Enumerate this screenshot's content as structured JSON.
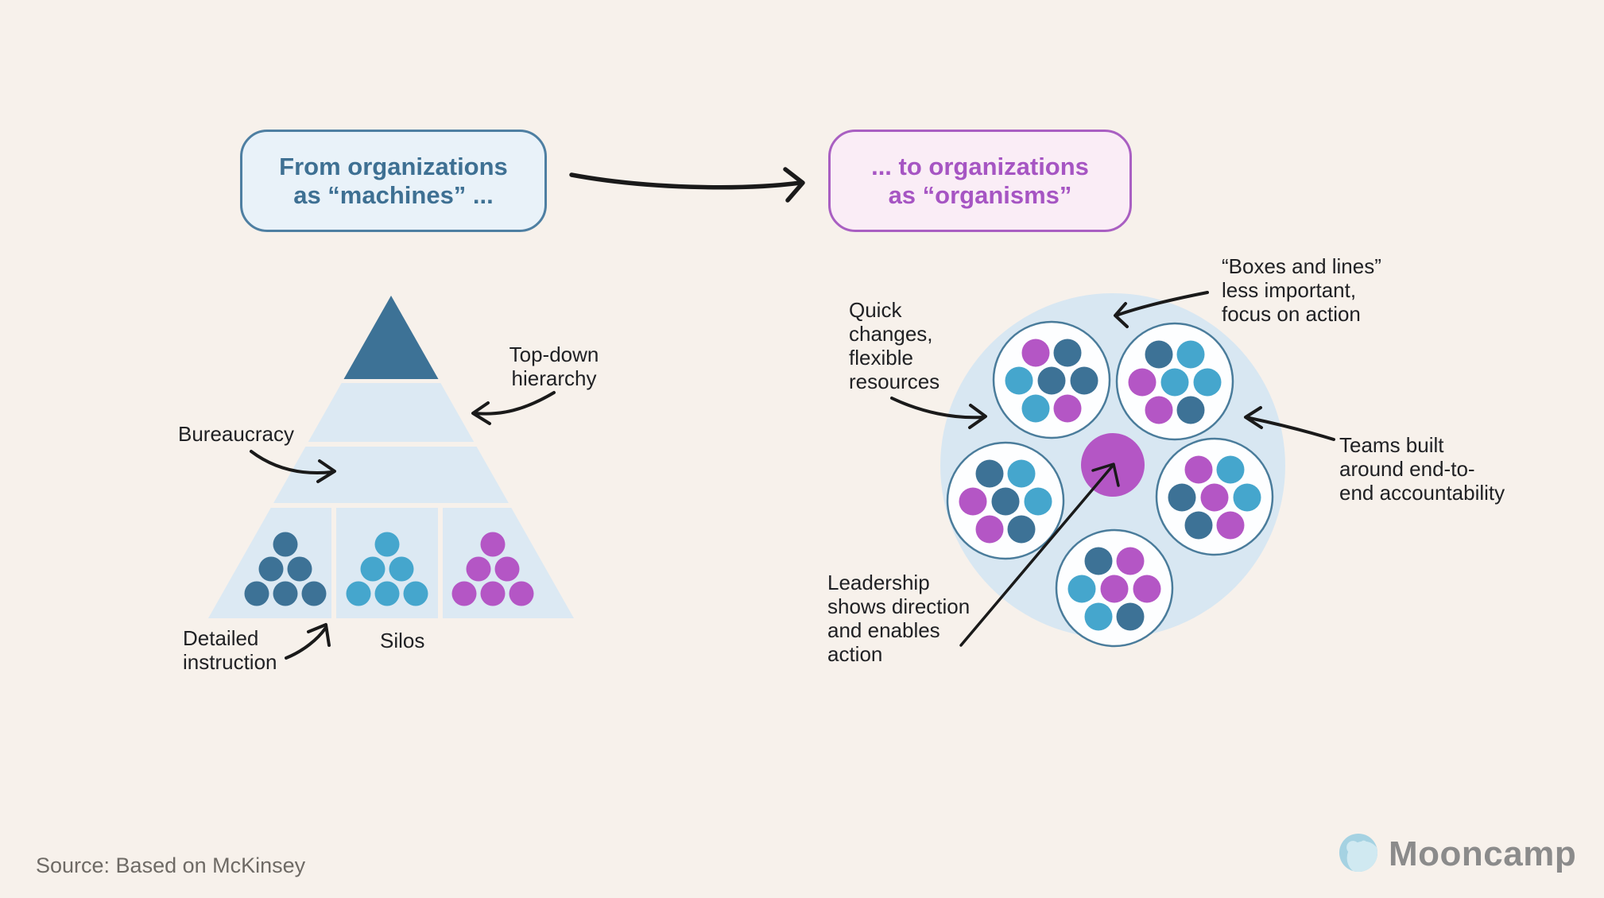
{
  "palette": {
    "background": "#F7F1EB",
    "darkblue": "#3D7296",
    "cyan": "#45A6CD",
    "purple": "#B456C5",
    "band_blue": "#DCE9F3",
    "organism_bg": "#D8E7F2",
    "team_fill": "#FDFEFF",
    "team_stroke": "#4A7C9B",
    "machine_box_bg": "#E9F2F9",
    "machine_box_border": "#4E7FA2",
    "machine_box_text": "#3E7093",
    "organism_box_bg": "#FAEDF6",
    "organism_box_border": "#A95FC2",
    "organism_box_text": "#A655C3",
    "label_text": "#202124",
    "arrow": "#1A1A1A",
    "source_text": "#6E6A65",
    "brand_text": "#8B8B8B"
  },
  "titles": {
    "machine": "From organizations\nas “machines” ...",
    "organism": "... to organizations\nas “organisms”"
  },
  "machine": {
    "labels": {
      "top_down": "Top-down\nhierarchy",
      "bureaucracy": "Bureaucracy",
      "detailed_instruction": "Detailed\ninstruction",
      "silos": "Silos"
    },
    "clusters": [
      {
        "name": "left",
        "color": "darkblue"
      },
      {
        "name": "middle",
        "color": "cyan"
      },
      {
        "name": "right",
        "color": "purple"
      }
    ]
  },
  "organism": {
    "labels": {
      "quick_changes": "Quick\nchanges,\nflexible\nresources",
      "boxes_and_lines": "“Boxes and lines”\nless important,\nfocus on action",
      "teams_built": "Teams built\naround end-to-\nend accountability",
      "leadership": "Leadership\nshows direction\nand enables\naction"
    },
    "teams": [
      {
        "position": "top-left",
        "dots": [
          "purple",
          "darkblue",
          "cyan",
          "darkblue",
          "darkblue",
          "cyan",
          "purple"
        ]
      },
      {
        "position": "top-right",
        "dots": [
          "darkblue",
          "cyan",
          "purple",
          "cyan",
          "cyan",
          "purple",
          "darkblue"
        ]
      },
      {
        "position": "mid-left",
        "dots": [
          "darkblue",
          "cyan",
          "purple",
          "darkblue",
          "cyan",
          "purple",
          "darkblue"
        ]
      },
      {
        "position": "mid-right",
        "dots": [
          "purple",
          "cyan",
          "darkblue",
          "purple",
          "cyan",
          "darkblue",
          "purple"
        ]
      },
      {
        "position": "bottom",
        "dots": [
          "darkblue",
          "purple",
          "cyan",
          "purple",
          "purple",
          "cyan",
          "darkblue"
        ]
      }
    ]
  },
  "footer": {
    "source": "Source: Based on McKinsey",
    "brand": "Mooncamp"
  }
}
